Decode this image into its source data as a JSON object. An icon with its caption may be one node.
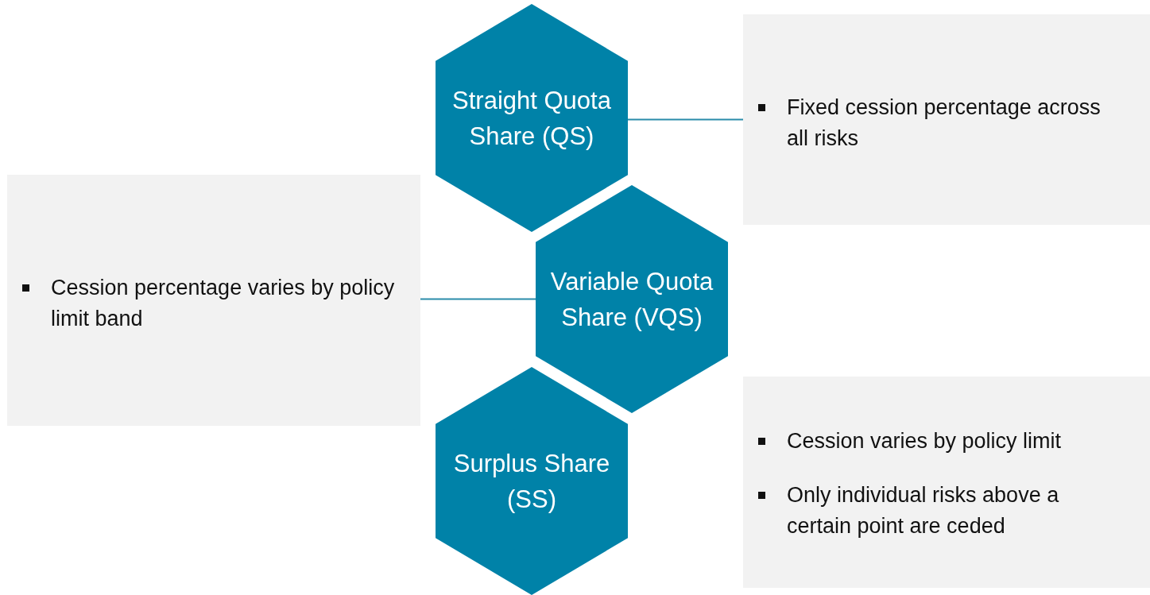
{
  "diagram": {
    "nodes": [
      {
        "text": [
          "Straight Quota Share (QS)"
        ]
      },
      {
        "text": [
          "Fixed cession percentage across all risks"
        ]
      },
      {
        "text": [
          "Cession percentage varies by policy limit band"
        ]
      },
      {
        "text": [
          "Variable Quota Share (VQS)"
        ]
      },
      {
        "text": [
          "Surplus Share (SS)"
        ]
      },
      {
        "text": [
          "Cession varies by policy limit",
          "Only individual risks above a certain point are ceded"
        ]
      }
    ],
    "edges": [
      {
        "from": 0,
        "to": 1,
        "arrow": "none"
      },
      {
        "from": 2,
        "to": 3,
        "arrow": "none"
      }
    ]
  }
}
